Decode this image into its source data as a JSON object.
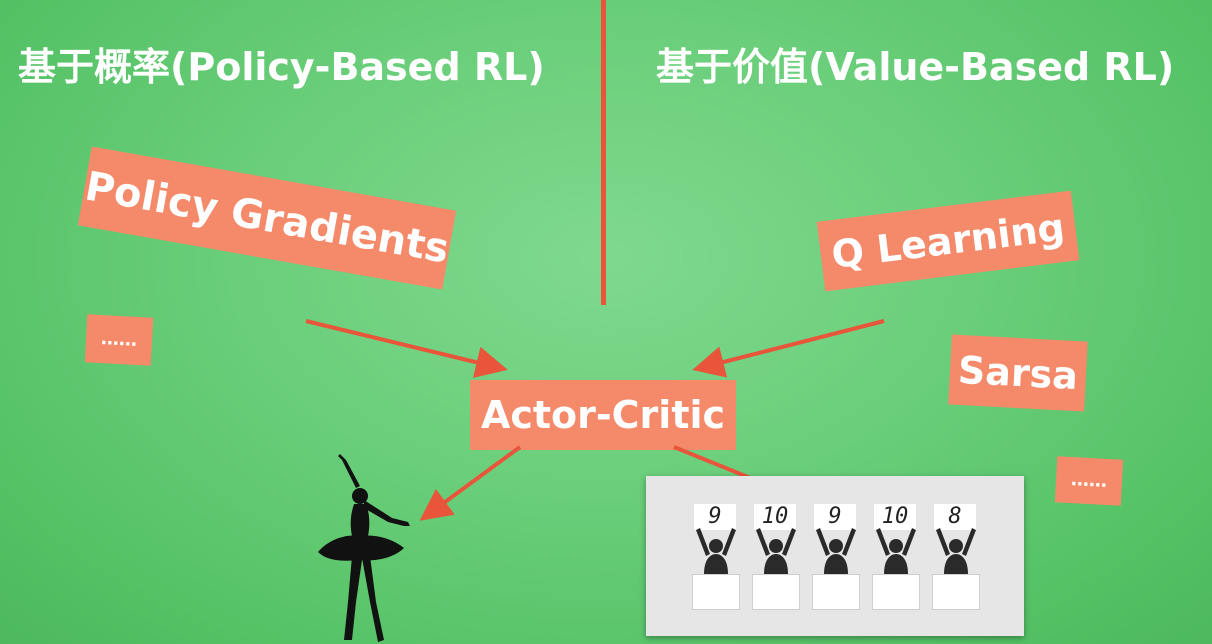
{
  "headings": {
    "left": "基于概率(Policy-Based RL)",
    "right": "基于价值(Value-Based RL)"
  },
  "tags": {
    "policy_gradients": "Policy Gradients",
    "q_learning": "Q Learning",
    "sarsa": "Sarsa",
    "actor_critic": "Actor-Critic",
    "ellipsis_left": "……",
    "ellipsis_right": "……"
  },
  "judges": {
    "scores": [
      "9",
      "10",
      "9",
      "10",
      "8"
    ]
  },
  "colors": {
    "background": "#6ccf7c",
    "tag_fill": "#f58a6a",
    "arrow": "#e8553a",
    "text": "#ffffff"
  },
  "icons": {
    "dancer": "ballerina-silhouette-icon",
    "judges": "judge-figure-icon"
  }
}
